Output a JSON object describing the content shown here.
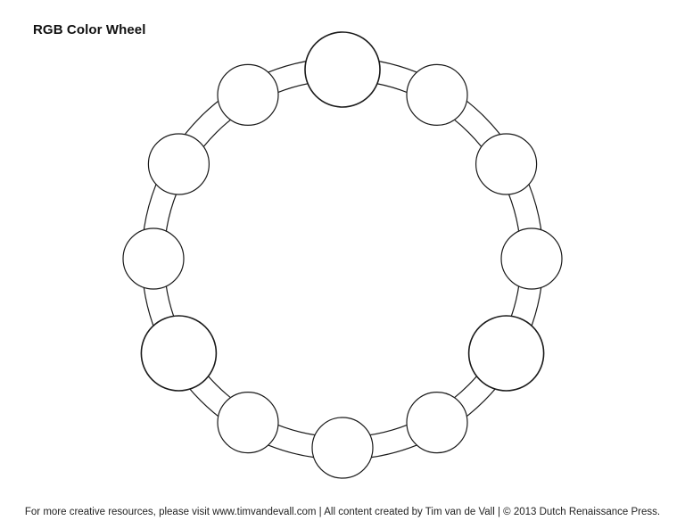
{
  "page": {
    "title": "RGB Color Wheel",
    "footer": "For more creative resources, please visit www.timvandevall.com | All content created by Tim van de Vall | © 2013 Dutch Renaissance Press."
  },
  "wheel": {
    "slots": [
      {
        "position": 0,
        "kind": "primary",
        "fill": "#ffffff"
      },
      {
        "position": 1,
        "kind": "tertiary",
        "fill": "#ffffff"
      },
      {
        "position": 2,
        "kind": "secondary",
        "fill": "#ffffff"
      },
      {
        "position": 3,
        "kind": "tertiary",
        "fill": "#ffffff"
      },
      {
        "position": 4,
        "kind": "primary",
        "fill": "#ffffff"
      },
      {
        "position": 5,
        "kind": "tertiary",
        "fill": "#ffffff"
      },
      {
        "position": 6,
        "kind": "secondary",
        "fill": "#ffffff"
      },
      {
        "position": 7,
        "kind": "tertiary",
        "fill": "#ffffff"
      },
      {
        "position": 8,
        "kind": "primary",
        "fill": "#ffffff"
      },
      {
        "position": 9,
        "kind": "tertiary",
        "fill": "#ffffff"
      },
      {
        "position": 10,
        "kind": "secondary",
        "fill": "#ffffff"
      },
      {
        "position": 11,
        "kind": "tertiary",
        "fill": "#ffffff"
      }
    ],
    "outline_color": "#1a1a1a"
  }
}
